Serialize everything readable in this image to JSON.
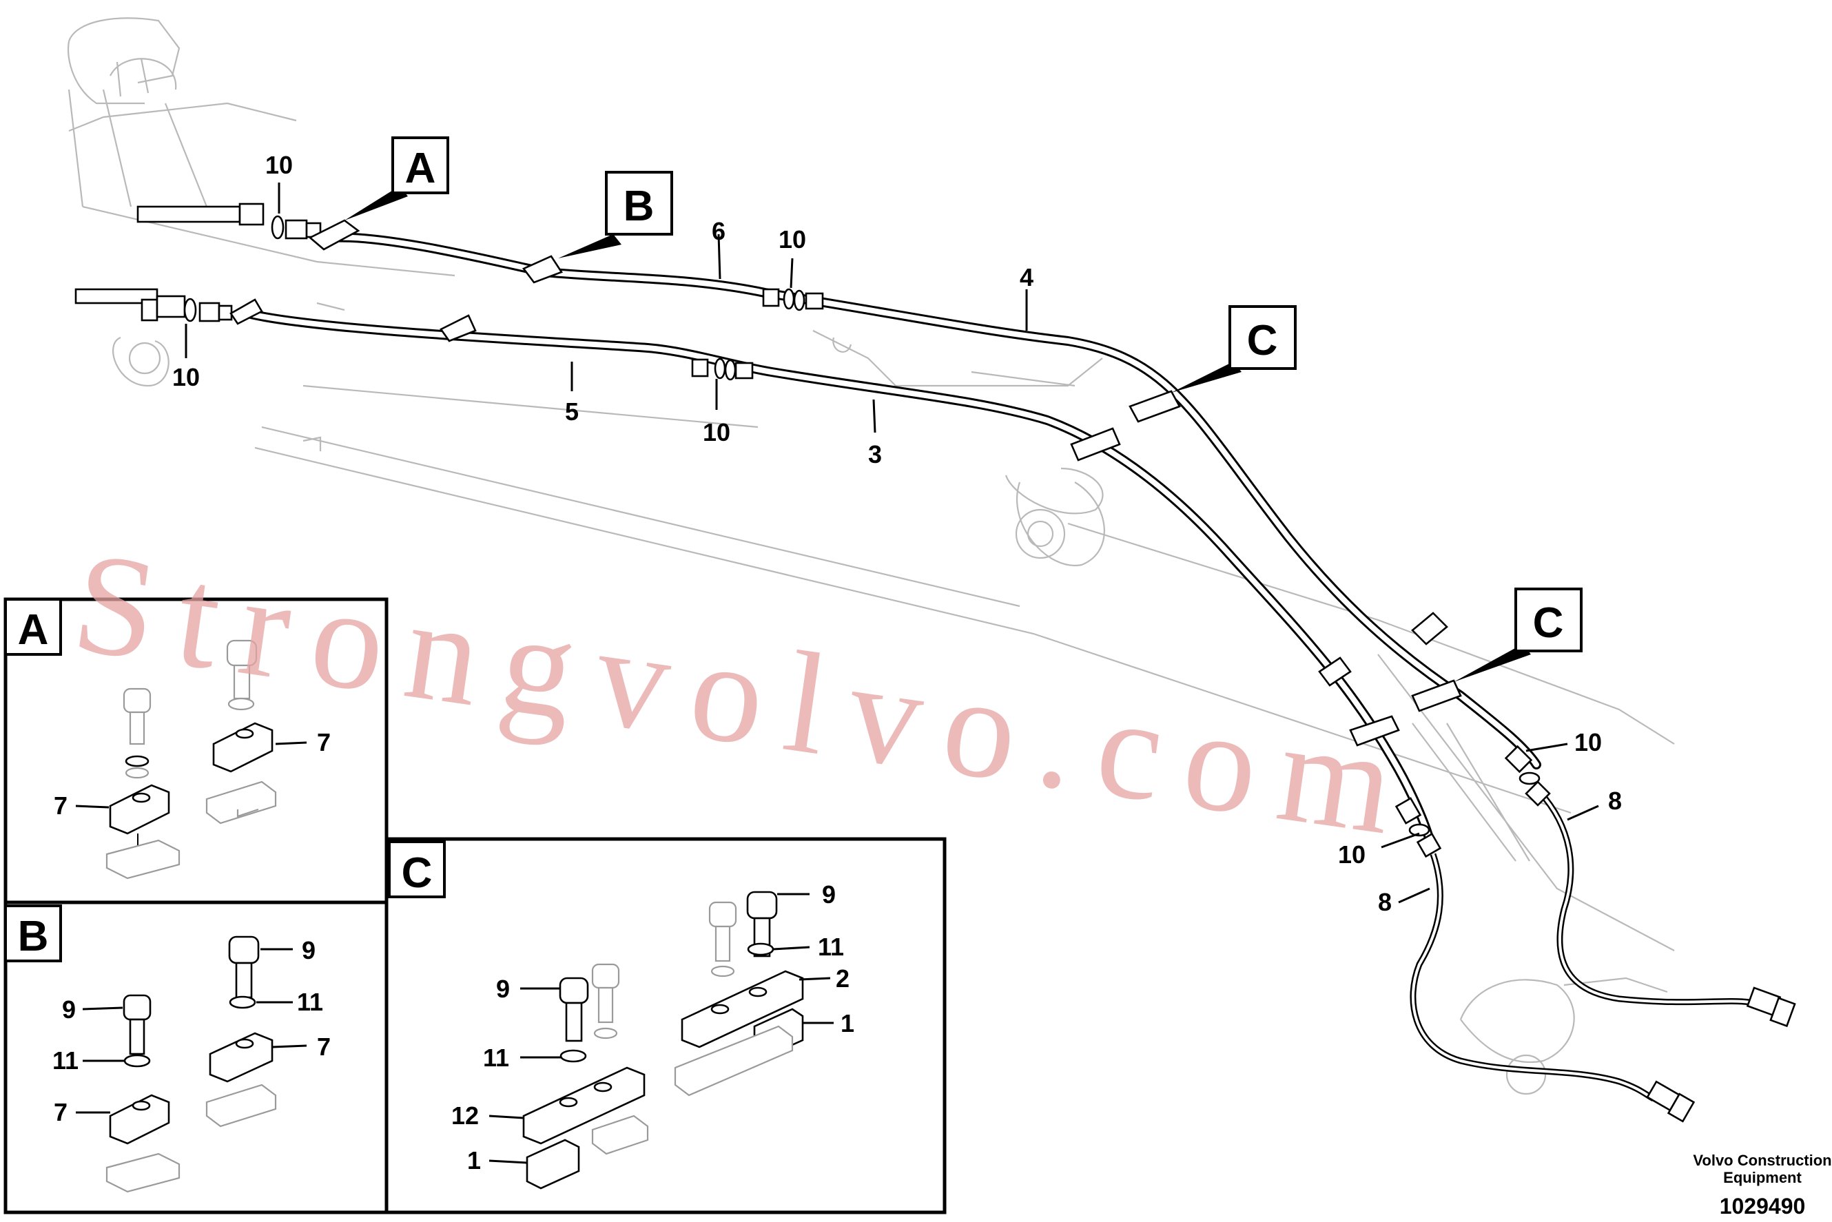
{
  "view_labels": {
    "A": "A",
    "B": "B",
    "C": "C"
  },
  "callouts_main": {
    "ten_top_left": "10",
    "ten_left": "10",
    "ten_mid_top": "10",
    "ten_mid": "10",
    "ten_right": "10",
    "ten_lower": "10",
    "six": "6",
    "four": "4",
    "five": "5",
    "three": "3",
    "eight_right": "8",
    "eight_left": "8"
  },
  "detail_A": {
    "label": "A",
    "callouts": {
      "seven_right": "7",
      "seven_left": "7"
    }
  },
  "detail_B": {
    "label": "B",
    "callouts": {
      "nine_right": "9",
      "eleven_right": "11",
      "seven_right": "7",
      "nine_left": "9",
      "eleven_left": "11",
      "seven_left": "7"
    }
  },
  "detail_C": {
    "label": "C",
    "callouts": {
      "nine_right": "9",
      "eleven_right": "11",
      "two": "2",
      "one_right": "1",
      "nine_left": "9",
      "eleven_left": "11",
      "twelve": "12",
      "one_left": "1"
    }
  },
  "footer": {
    "brand_line1": "Volvo Construction",
    "brand_line2": "Equipment",
    "drawing_number": "1029490"
  },
  "watermark": "Strongvolvo.com"
}
